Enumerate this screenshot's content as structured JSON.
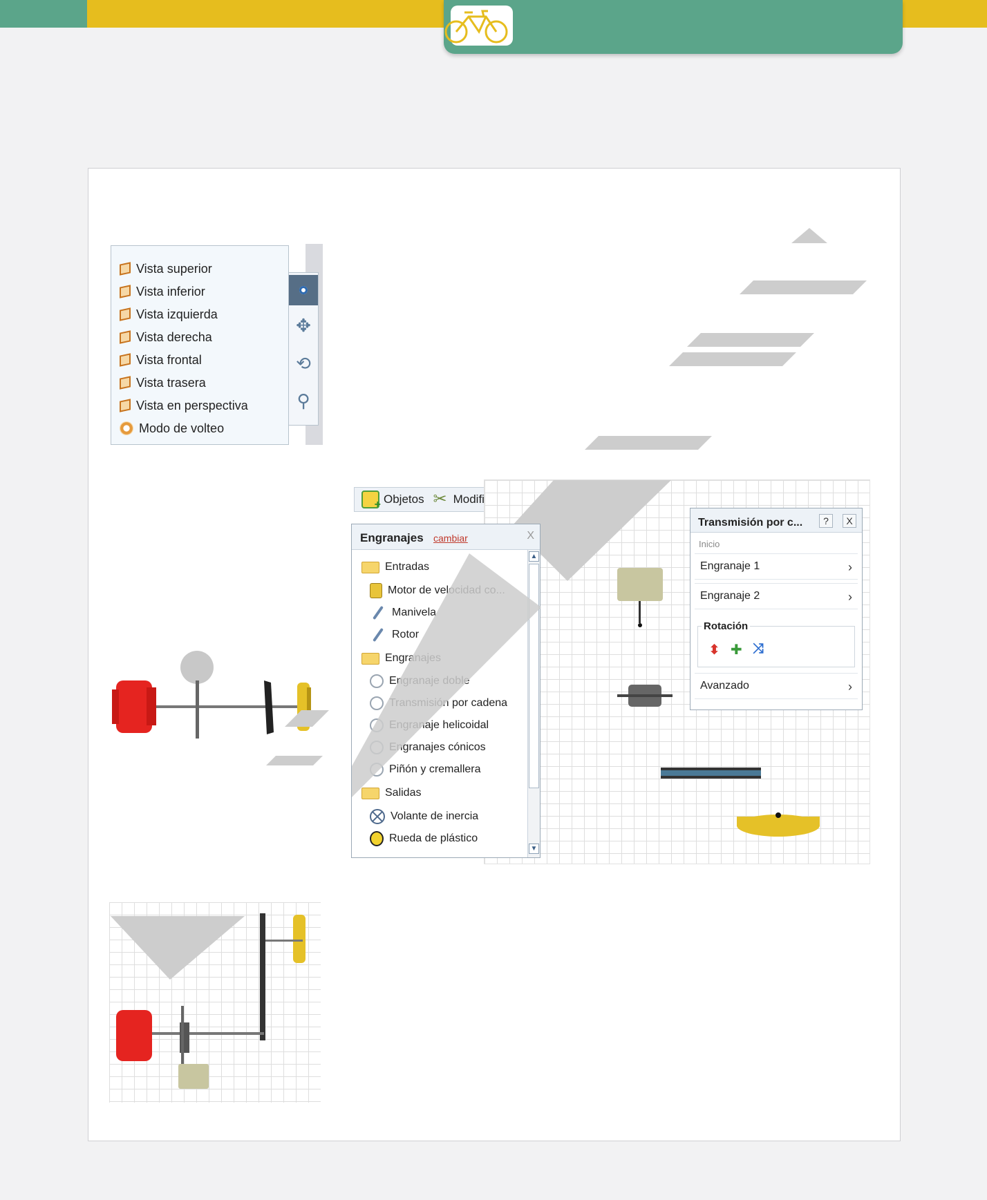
{
  "view_menu": {
    "items": [
      {
        "label": "Vista superior",
        "icon": "cube-icon"
      },
      {
        "label": "Vista inferior",
        "icon": "cube-icon"
      },
      {
        "label": "Vista izquierda",
        "icon": "cube-icon"
      },
      {
        "label": "Vista derecha",
        "icon": "cube-icon"
      },
      {
        "label": "Vista frontal",
        "icon": "cube-icon"
      },
      {
        "label": "Vista trasera",
        "icon": "cube-icon"
      },
      {
        "label": "Vista en perspectiva",
        "icon": "cube-icon"
      },
      {
        "label": "Modo de volteo",
        "icon": "flip-icon"
      }
    ],
    "tools": [
      "view-eye-icon",
      "move-icon",
      "rotate-icon",
      "zoom-icon"
    ]
  },
  "toolbar": {
    "objetos_label": "Objetos",
    "modificar_label": "Modificar"
  },
  "gears_panel": {
    "title": "Engranajes",
    "change_link": "cambiar",
    "close": "X",
    "sections": [
      {
        "label": "Entradas",
        "items": [
          "Motor de velocidad co...",
          "Manivela",
          "Rotor"
        ]
      },
      {
        "label": "Engranajes",
        "items": [
          "Engranaje doble",
          "Transmisión por cadena",
          "Engranaje helicoidal",
          "Engranajes cónicos",
          "Piñón y cremallera"
        ]
      },
      {
        "label": "Salidas",
        "items": [
          "Volante de inercia",
          "Rueda de plástico"
        ]
      }
    ]
  },
  "chain_panel": {
    "title": "Transmisión por c...",
    "help": "?",
    "close": "X",
    "breadcrumb": "Inicio",
    "gear1": "Engranaje 1",
    "gear2": "Engranaje 2",
    "rotation_label": "Rotación",
    "advanced": "Avanzado"
  },
  "colors": {
    "header_yellow": "#e6bd1e",
    "header_green": "#5ba58a",
    "stripe_gray": "#cdcdcd"
  }
}
